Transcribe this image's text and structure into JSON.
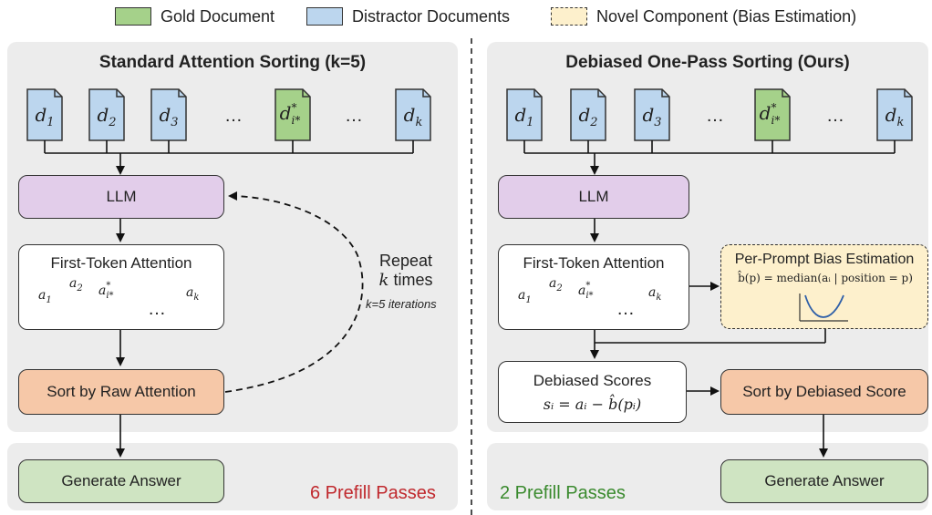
{
  "legend": {
    "gold": "Gold Document",
    "distractor": "Distractor Documents",
    "novel": "Novel Component (Bias Estimation)"
  },
  "colors": {
    "gold": "#a5d18a",
    "distractor": "#bcd6ee",
    "novel": "#fdf0cc",
    "llm": "#e2cdea",
    "sort": "#f6c8a8",
    "generate": "#cfe4c2",
    "panel": "#ececec",
    "passes_left": "#c0282d",
    "passes_right": "#3a8a2e"
  },
  "left": {
    "title": "Standard Attention Sorting (k=5)",
    "docs": [
      "d1",
      "d2",
      "d3",
      "…",
      "d*i*",
      "…",
      "dk"
    ],
    "llm": "LLM",
    "attention_title": "First-Token Attention",
    "attention_labels": [
      "a1",
      "a2",
      "a*i*",
      "…",
      "ak"
    ],
    "repeat_line1": "Repeat",
    "repeat_k": "k",
    "repeat_times": " times",
    "iterations": "k=5 iterations",
    "sort": "Sort by Raw Attention",
    "generate": "Generate Answer",
    "passes": "6 Prefill Passes"
  },
  "right": {
    "title": "Debiased One-Pass Sorting (Ours)",
    "llm": "LLM",
    "attention_title": "First-Token Attention",
    "bias_title": "Per-Prompt Bias Estimation",
    "bias_formula": "b̂(p) = median(aᵢ | position = p)",
    "debiased_title": "Debiased Scores",
    "debiased_formula": "sᵢ = aᵢ − b̂(pᵢ)",
    "sort": "Sort by Debiased Score",
    "generate": "Generate Answer",
    "passes": "2 Prefill Passes"
  }
}
